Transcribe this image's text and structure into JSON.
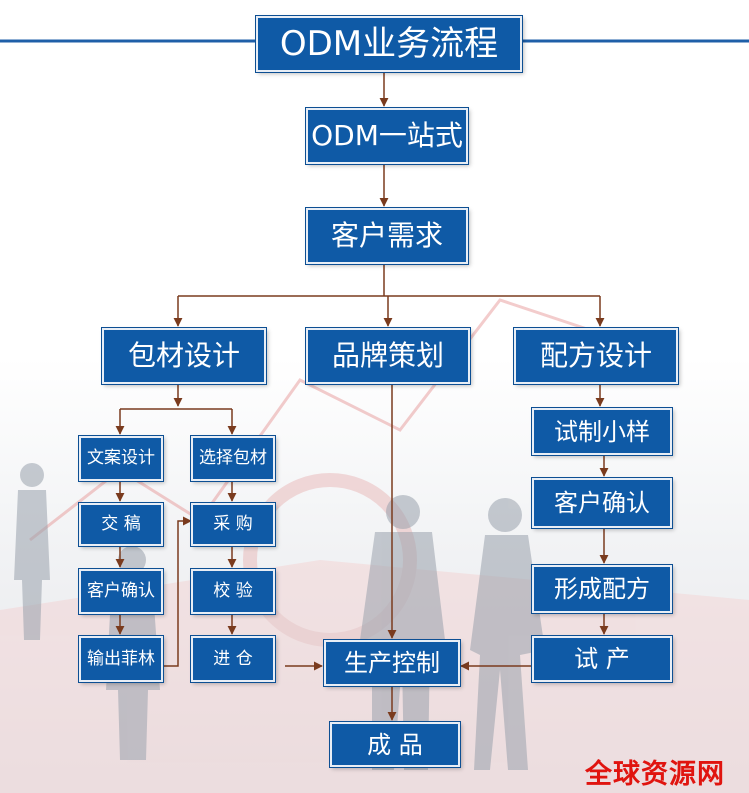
{
  "title": "ODM业务流程",
  "nodes": {
    "odm_one_stop": "ODM一站式",
    "customer_demand": "客户需求",
    "packaging_design": "包材设计",
    "brand_planning": "品牌策划",
    "formula_design": "配方设计",
    "copy_design": "文案设计",
    "select_packaging": "选择包材",
    "submit_draft": "交 稿",
    "purchase": "采 购",
    "customer_confirm_left": "客户确认",
    "inspection": "校 验",
    "output_film": "输出菲林",
    "warehouse_in": "进 仓",
    "trial_sample": "试制小样",
    "customer_confirm_right": "客户确认",
    "form_formula": "形成配方",
    "trial_production": "试 产",
    "production_control": "生产控制",
    "finished_product": "成 品"
  },
  "watermark": "全球资源网",
  "colors": {
    "box": "#0f5aa6",
    "arrow": "#7a3b1e",
    "rule": "#1f5fa8",
    "watermark": "#e0140f"
  }
}
